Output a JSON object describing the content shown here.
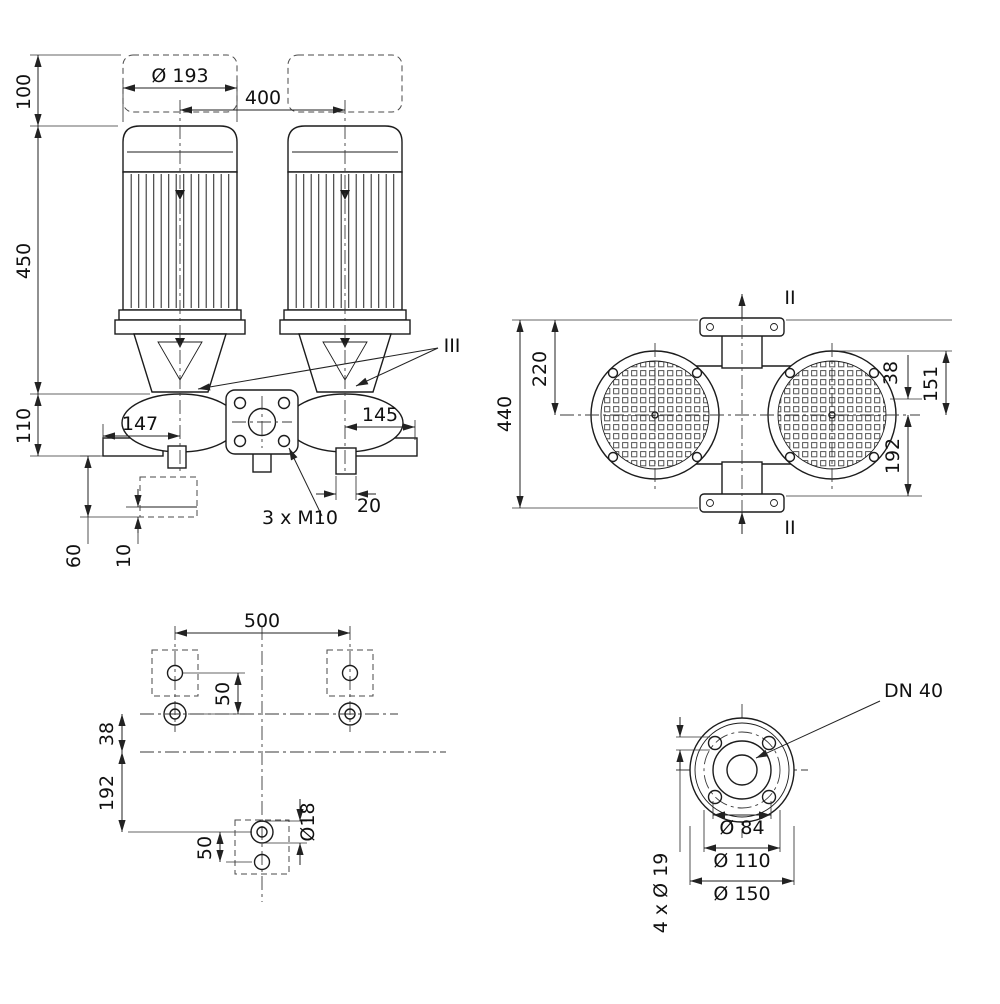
{
  "drawing": {
    "front": {
      "dia193": "Ø 193",
      "dim400": "400",
      "dim100": "100",
      "dim450": "450",
      "dim110": "110",
      "dim147": "147",
      "dim145": "145",
      "section_iii": "III",
      "tap": "3 x M10",
      "dim20": "20",
      "dim60": "60",
      "dim10": "10"
    },
    "top": {
      "dim440": "440",
      "dim220": "220",
      "dim38": "38",
      "dim151": "151",
      "dim192": "192",
      "section_ii_top": "II",
      "section_ii_bottom": "II"
    },
    "footprint": {
      "dim500": "500",
      "dim50_upper": "50",
      "dim38": "38",
      "dim192": "192",
      "dim50_lower": "50",
      "dia18": "Ø18"
    },
    "flange": {
      "dn": "DN 40",
      "dia84": "Ø 84",
      "dia110": "Ø 110",
      "dia150": "Ø 150",
      "bolts": "4 x Ø 19"
    }
  }
}
